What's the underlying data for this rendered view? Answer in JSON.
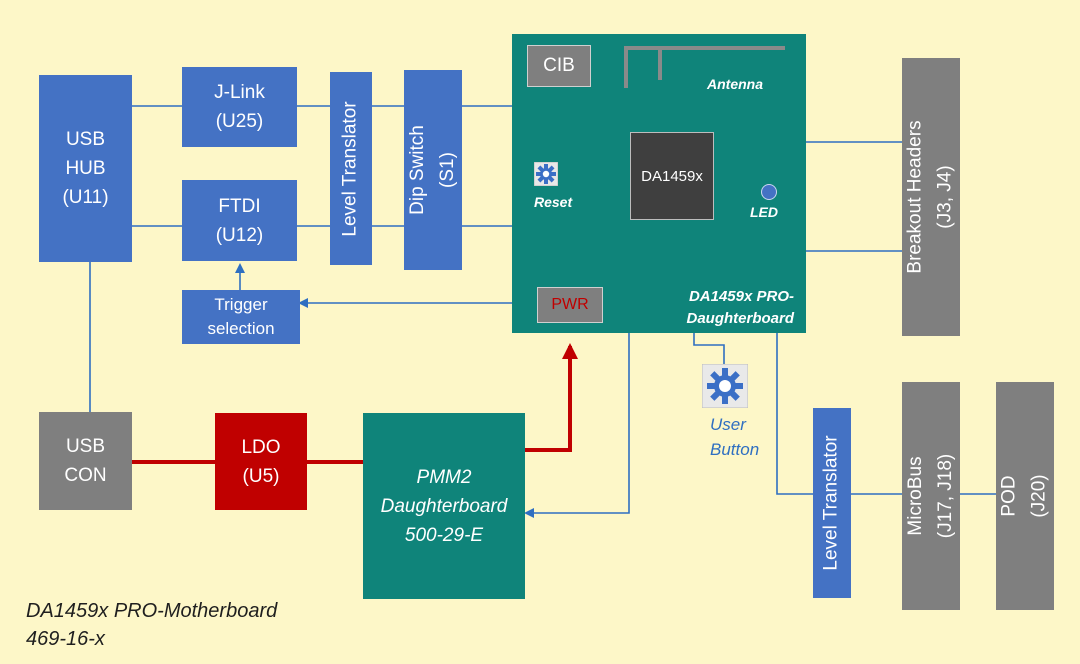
{
  "blocks": {
    "usb_hub": [
      "USB",
      "HUB",
      "(U11)"
    ],
    "jlink": [
      "J-Link",
      "(U25)"
    ],
    "ftdi": [
      "FTDI",
      "(U12)"
    ],
    "trigger": [
      "Trigger",
      "selection"
    ],
    "level_translator_top": "Level Translator",
    "dip_switch": [
      "Dip Switch",
      "(S1)"
    ],
    "usb_con": [
      "USB",
      "CON"
    ],
    "ldo": [
      "LDO",
      "(U5)"
    ],
    "pmm2": [
      "PMM2",
      "Daughterboard",
      "500-29-E"
    ],
    "breakout": [
      "Breakout Headers",
      "(J3, J4)"
    ],
    "level_translator_bottom": "Level Translator",
    "microbus": [
      "MicroBus",
      "(J17, J18)"
    ],
    "pod": [
      "POD",
      "(J20)"
    ]
  },
  "daughterboard": {
    "cib": "CIB",
    "antenna": "Antenna",
    "reset": "Reset",
    "chip": "DA1459x",
    "led": "LED",
    "pwr": "PWR",
    "title": [
      "DA1459x PRO-",
      "Daughterboard"
    ]
  },
  "user_button": [
    "User",
    "Button"
  ],
  "motherboard": [
    "DA1459x PRO-Motherboard",
    "469-16-x"
  ],
  "colors": {
    "background": "#fdf7c8",
    "blue_block": "#4472c4",
    "gray_block": "#7f7f7f",
    "teal_board": "#0f847a",
    "power_red": "#c00000",
    "wire_blue": "#2f6fc1",
    "pwr_text": "#c00000"
  }
}
